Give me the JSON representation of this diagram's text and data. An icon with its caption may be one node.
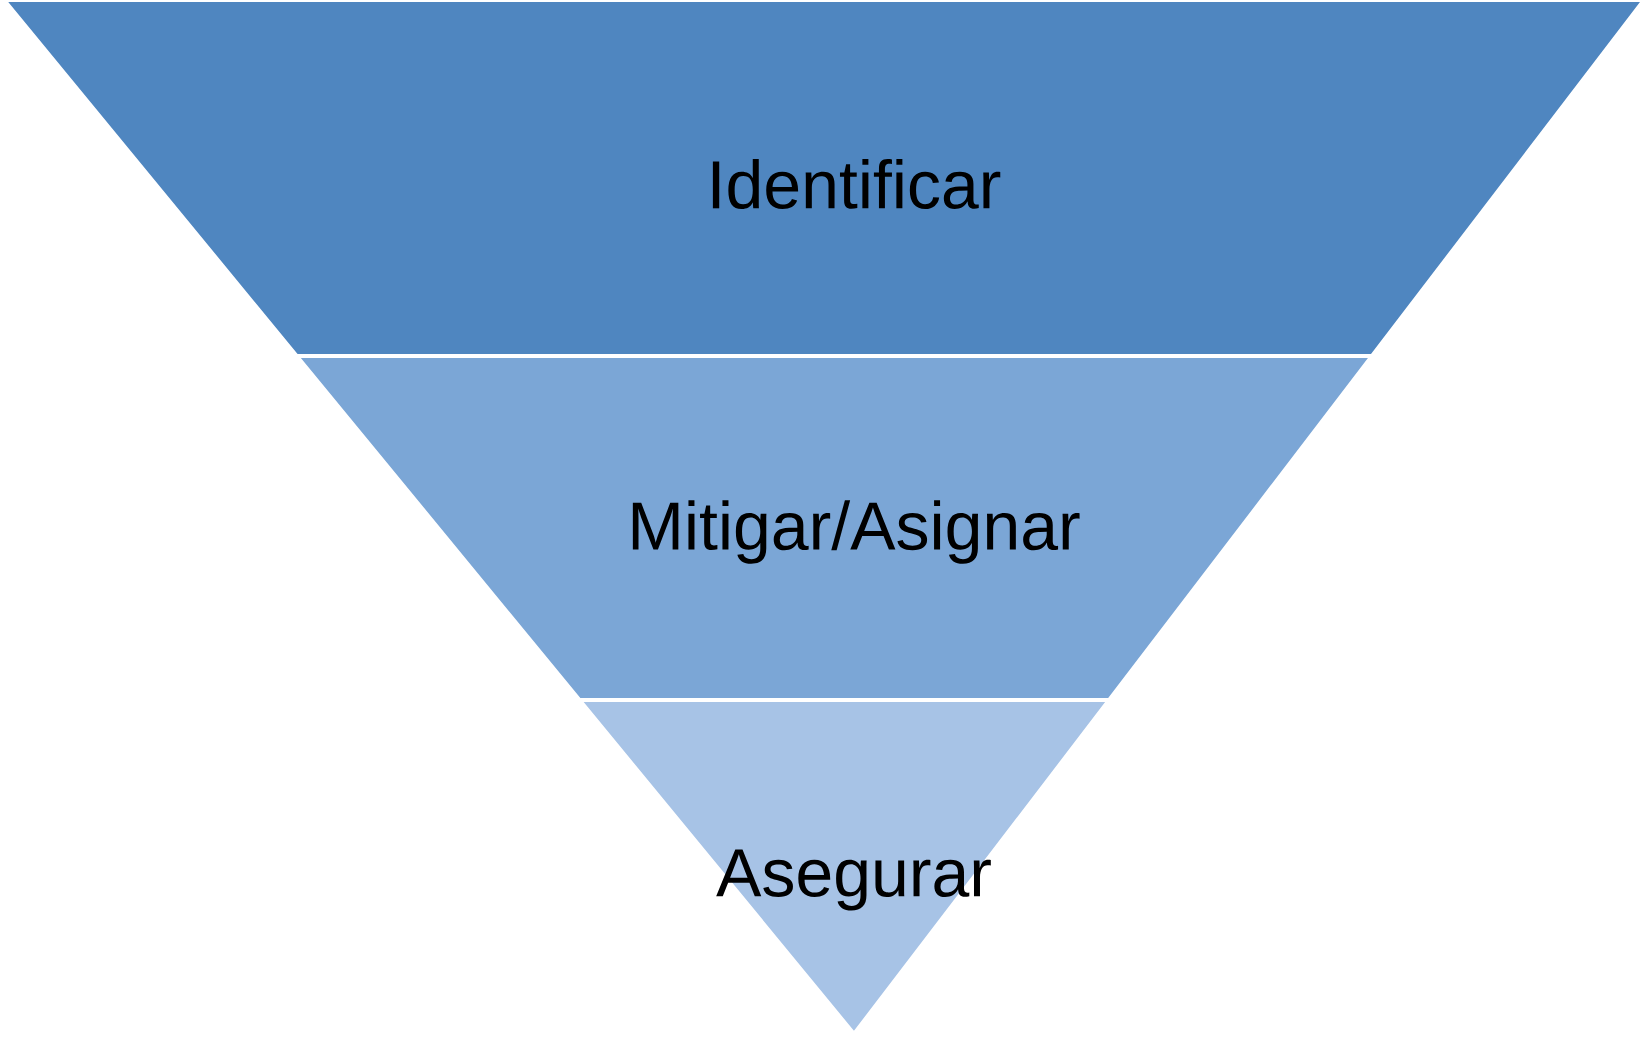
{
  "diagram": {
    "nodes": [
      {
        "text": [
          "Identificar"
        ]
      },
      {
        "text": [
          "Mitigar/Asignar"
        ]
      },
      {
        "text": [
          "Asegurar"
        ]
      }
    ]
  }
}
